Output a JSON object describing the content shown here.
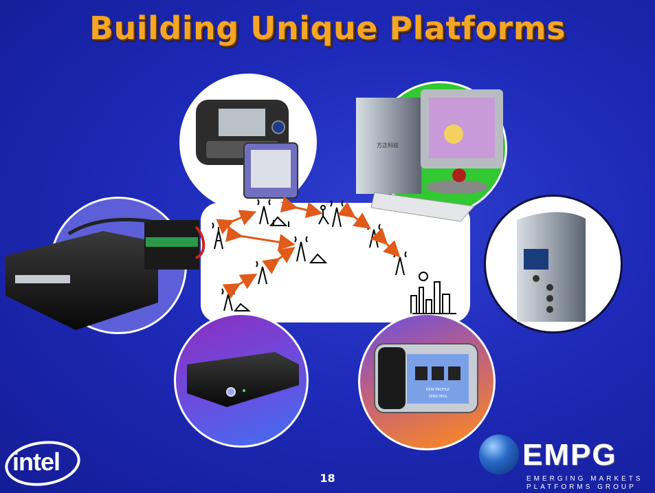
{
  "slide": {
    "title": "Building Unique Platforms",
    "page_number": "18"
  },
  "logos": {
    "intel": "intel",
    "empg": "EMPG",
    "empg_line1": "EMERGING MARKETS",
    "empg_line2": "PLATFORMS GROUP"
  },
  "device_labels": {
    "pc_brand": "方正科技",
    "ui_button_1": "NEW PROFILE",
    "ui_button_2": "SEND MSG"
  },
  "colors": {
    "title": "#f5a623",
    "background": "#1e2ab8",
    "arrow": "#e05a1a"
  }
}
